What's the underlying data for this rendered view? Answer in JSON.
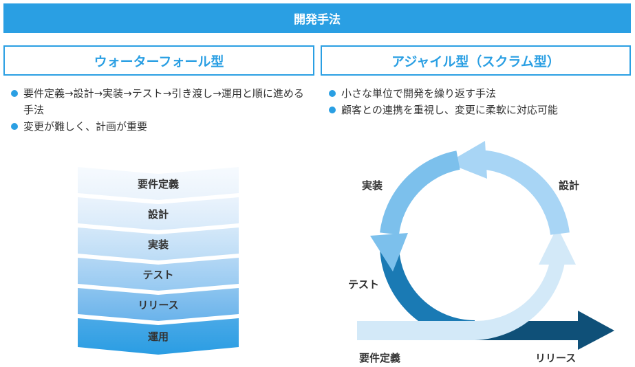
{
  "header": {
    "title": "開発手法"
  },
  "waterfall": {
    "title": "ウォーターフォール型",
    "bullets": [
      "要件定義→設計→実装→テスト→引き渡し→運用と順に進める手法",
      "変更が難しく、計画が重要"
    ],
    "steps": [
      "要件定義",
      "設計",
      "実装",
      "テスト",
      "リリース",
      "運用"
    ]
  },
  "agile": {
    "title": "アジャイル型（スクラム型）",
    "bullets": [
      "小さな単位で開発を繰り返す手法",
      "顧客との連携を重視し、変更に柔軟に対応可能"
    ],
    "labels": {
      "requirements": "要件定義",
      "design": "設計",
      "implementation": "実装",
      "test": "テスト",
      "release": "リリース"
    }
  },
  "colors": {
    "accent": "#2a9fe3",
    "dark": "#0f5078"
  }
}
